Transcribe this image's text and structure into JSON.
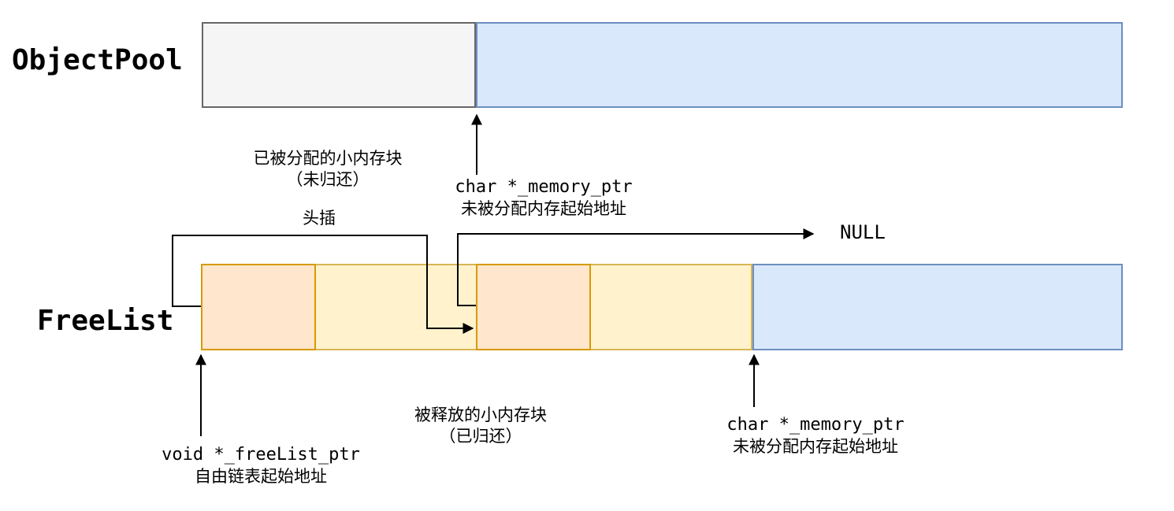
{
  "diagram": {
    "object_pool": {
      "title": "ObjectPool",
      "allocated_note_line1": "已被分配的小内存块",
      "allocated_note_line2": "（未归还）",
      "memory_ptr_code": "char *_memory_ptr",
      "memory_ptr_desc": "未被分配内存起始地址"
    },
    "free_list": {
      "title": "FreeList",
      "head_insert_label": "头插",
      "null_label": "NULL",
      "free_ptr_code": "void *_freeList_ptr",
      "free_ptr_desc": "自由链表起始地址",
      "freed_note_line1": "被释放的小内存块",
      "freed_note_line2": "（已归还）",
      "memory_ptr_code": "char *_memory_ptr",
      "memory_ptr_desc": "未被分配内存起始地址"
    }
  },
  "colors": {
    "gray-fill": "#f5f5f5",
    "gray-border": "#666666",
    "blue-fill": "#dae8fc",
    "blue-border": "#6c8ebf",
    "yellow-fill": "#fff2cc",
    "yellow-border": "#d6b656",
    "orange-fill": "#ffe6cc",
    "orange-border": "#d79b00",
    "line": "#000000"
  }
}
